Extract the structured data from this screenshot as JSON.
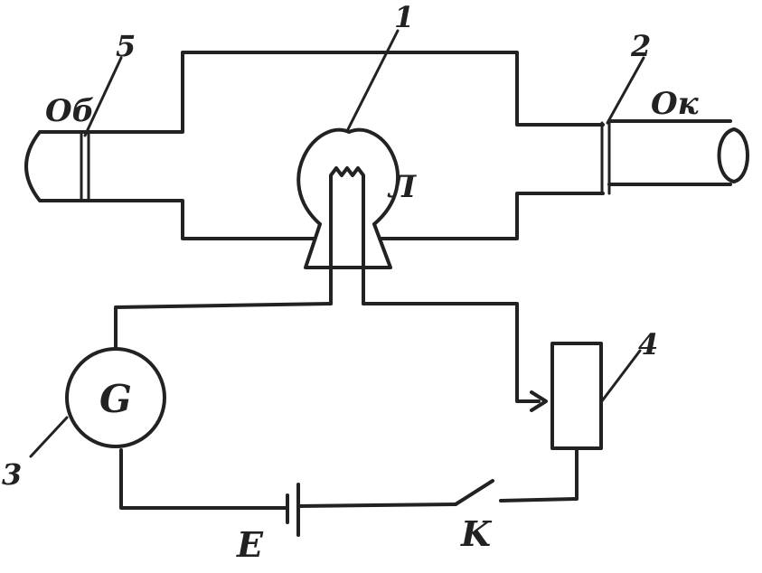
{
  "labels": {
    "lamp_number": "1",
    "eyepiece_plate_number": "2",
    "galvanometer_number": "3",
    "rheostat_number": "4",
    "objective_plate_number": "5",
    "objective": "Об",
    "eyepiece": "Ок",
    "lamp": "Л",
    "galvanometer": "G",
    "battery": "E",
    "key": "K"
  },
  "colors": {
    "ink": "#222222",
    "background": "#ffffff"
  }
}
